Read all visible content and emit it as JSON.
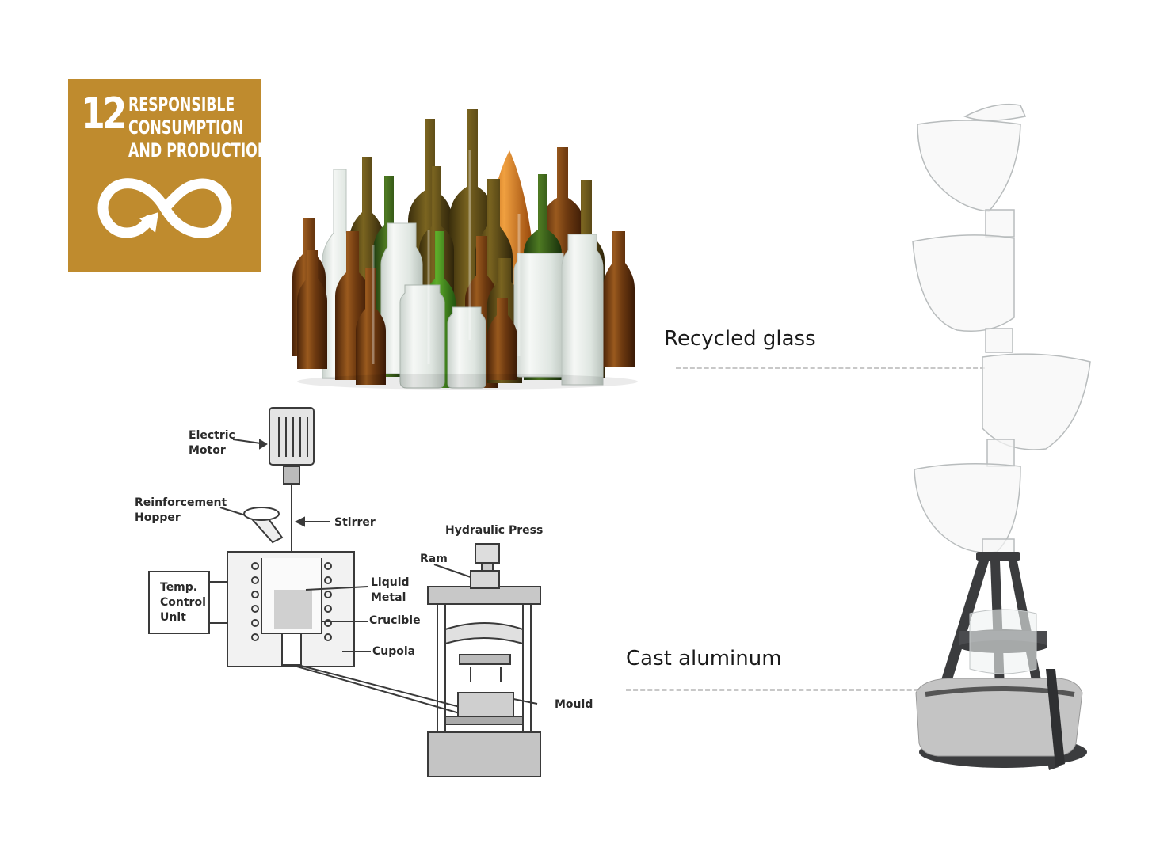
{
  "sdg": {
    "number": "12",
    "line1": "RESPONSIBLE",
    "line2": "CONSUMPTION",
    "line3": "AND PRODUCTION",
    "icon": "infinity-arrow-icon",
    "color": "#BF8B2E"
  },
  "materials": [
    {
      "label": "Recycled glass"
    },
    {
      "label": "Cast aluminum"
    }
  ],
  "diagram": {
    "electric_motor": "Electric\nMotor",
    "reinforcement_hopper": "Reinforcement\nHopper",
    "stirrer": "Stirrer",
    "hydraulic_press": "Hydraulic Press",
    "ram": "Ram",
    "temp_control_unit": "Temp.\nControl\nUnit",
    "liquid_metal": "Liquid\nMetal",
    "crucible": "Crucible",
    "cupola": "Cupola",
    "mould": "Mould"
  },
  "colors": {
    "amber": "#7a3f12",
    "green_glass": "#3d5a1c",
    "olive_glass": "#5b4a16",
    "clear_glass": "#e6ece8",
    "planter_dark": "#3b3c3e",
    "planter_grey": "#c4c4c4"
  }
}
